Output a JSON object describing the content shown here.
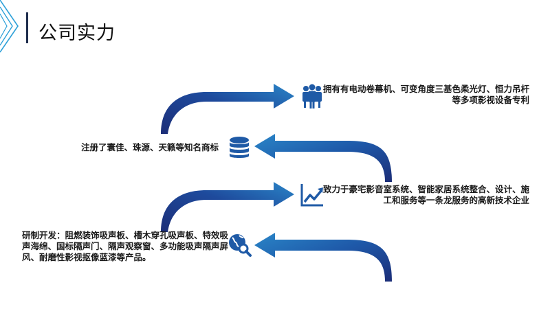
{
  "page": {
    "title": "公司实力"
  },
  "items": [
    {
      "icon": "people-icon",
      "text_lines": [
        "拥有有电动卷幕机、可变角度三基色柔光灯、恒力吊杆",
        "等多项影视设备专利"
      ]
    },
    {
      "icon": "database-icon",
      "text_lines": [
        "注册了寰佳、珠源、天籁等知名商标"
      ]
    },
    {
      "icon": "growth-chart-icon",
      "text_lines": [
        "致力于豪宅影音室系统、智能家居系统整合、设计、施",
        "工和服务等一条龙服务的高新技术企业"
      ]
    },
    {
      "icon": "globe-search-icon",
      "text_lines": [
        "研制开发：阻燃装饰吸声板、槽木穿孔吸声板、特效吸",
        "声海绵、国标隔声门、隔声观察窗、多功能吸声隔声屏",
        "风、耐磨性影视抠像蓝漆等产品。"
      ]
    }
  ],
  "colors": {
    "arrow_dark": "#1c2e78",
    "arrow_light": "#2a7fc0",
    "icon": "#1f5aa6",
    "title_bar": "#1f2d4d"
  }
}
